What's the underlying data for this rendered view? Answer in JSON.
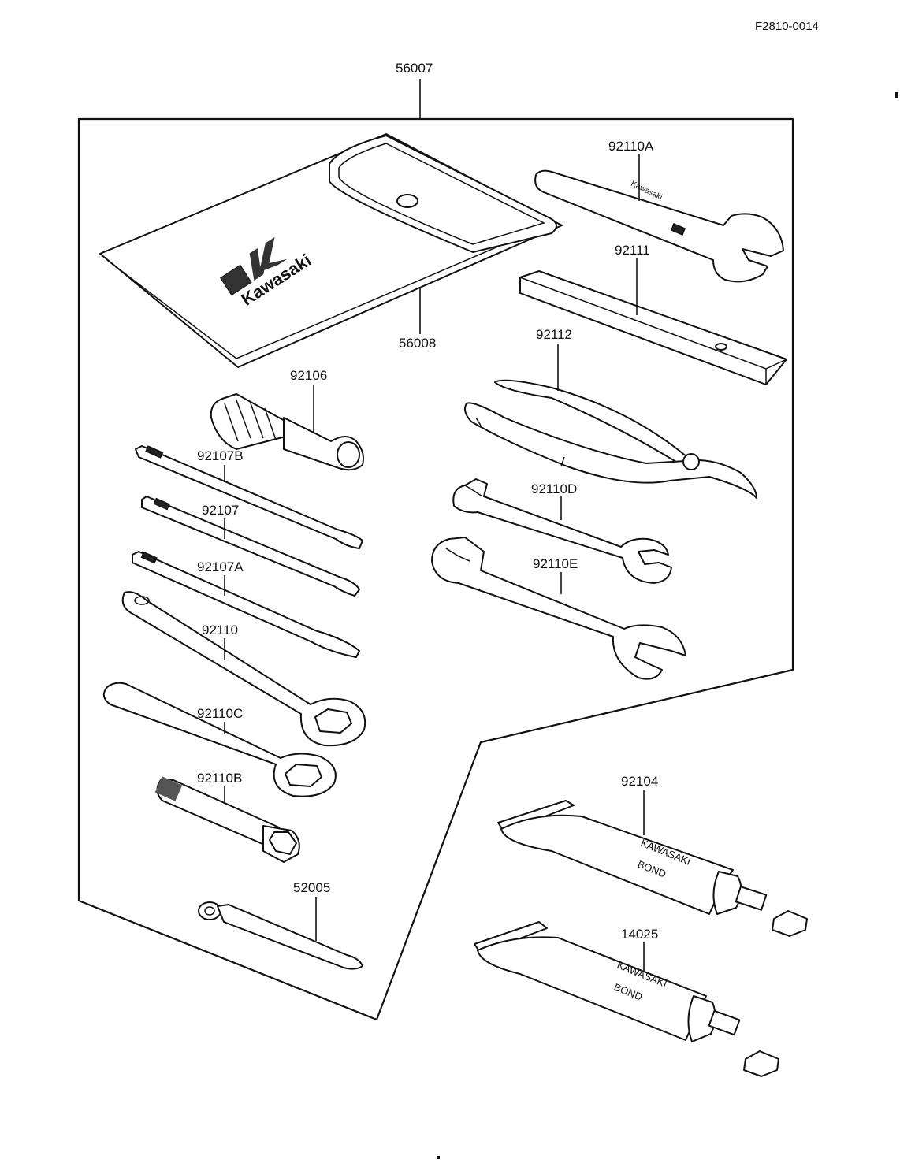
{
  "document": {
    "code": "F2810-0014"
  },
  "parts": [
    {
      "number": "56007"
    },
    {
      "number": "56008"
    },
    {
      "number": "92110A"
    },
    {
      "number": "92111"
    },
    {
      "number": "92112"
    },
    {
      "number": "92106"
    },
    {
      "number": "92107B"
    },
    {
      "number": "92107"
    },
    {
      "number": "92107A"
    },
    {
      "number": "92110D"
    },
    {
      "number": "92110E"
    },
    {
      "number": "92110"
    },
    {
      "number": "92110C"
    },
    {
      "number": "92110B"
    },
    {
      "number": "92104"
    },
    {
      "number": "14025"
    },
    {
      "number": "52005"
    }
  ],
  "markings": {
    "brand_logo": "Kawasaki",
    "wrench_stamp": "Kawasaki",
    "tube_label_line1": "KAWASAKI",
    "tube_label_line2": "BOND"
  }
}
